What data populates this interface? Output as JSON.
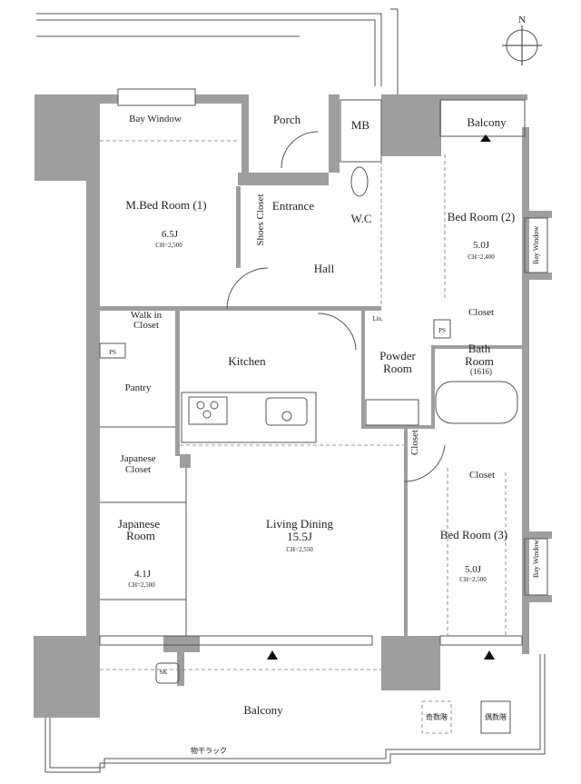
{
  "compass": {
    "north_label": "N"
  },
  "colors": {
    "wall": "#9e9e9e",
    "line": "#555555",
    "background": "#ffffff"
  },
  "rooms": {
    "bay_window_top": "Bay Window",
    "porch": "Porch",
    "mb": "MB",
    "balcony_top": "Balcony",
    "master_bedroom": {
      "name": "M.Bed Room (1)",
      "size": "6.5J",
      "ceiling": "CH=2,500"
    },
    "shoes_closet": "Shoes Closet",
    "entrance": "Entrance",
    "wc": "W.C",
    "bedroom2": {
      "name": "Bed Room (2)",
      "size": "5.0J",
      "ceiling": "CH=2,400"
    },
    "bay_window_right_1": "Bay Window",
    "hall": "Hall",
    "walk_in_closet": [
      "Walk in",
      "Closet"
    ],
    "ps_left": "PS",
    "linen": "Lin.",
    "ps_right": "PS",
    "closet_bedroom2": "Closet",
    "kitchen": "Kitchen",
    "powder_room": [
      "Powder",
      "Room"
    ],
    "bath_room": [
      "Bath",
      "Room",
      "(1616)"
    ],
    "pantry": "Pantry",
    "japanese_closet": [
      "Japanese",
      "Closet"
    ],
    "closet_hall": "Closet",
    "closet_bedroom3": "Closet",
    "japanese_room": {
      "name": [
        "Japanese",
        "Room"
      ],
      "size": "4.1J",
      "ceiling": "CH=2,500"
    },
    "living_dining": {
      "name": "Living Dining",
      "size": "15.5J",
      "ceiling": "CH=2,550"
    },
    "bedroom3": {
      "name": "Bed Room (3)",
      "size": "5.0J",
      "ceiling": "CH=2,500"
    },
    "bay_window_right_2": "Bay Window",
    "sk": "SK",
    "balcony_bottom": "Balcony",
    "odd_floor": "奇数階",
    "even_floor": "偶数階",
    "drying_rack": "物干ラック"
  }
}
